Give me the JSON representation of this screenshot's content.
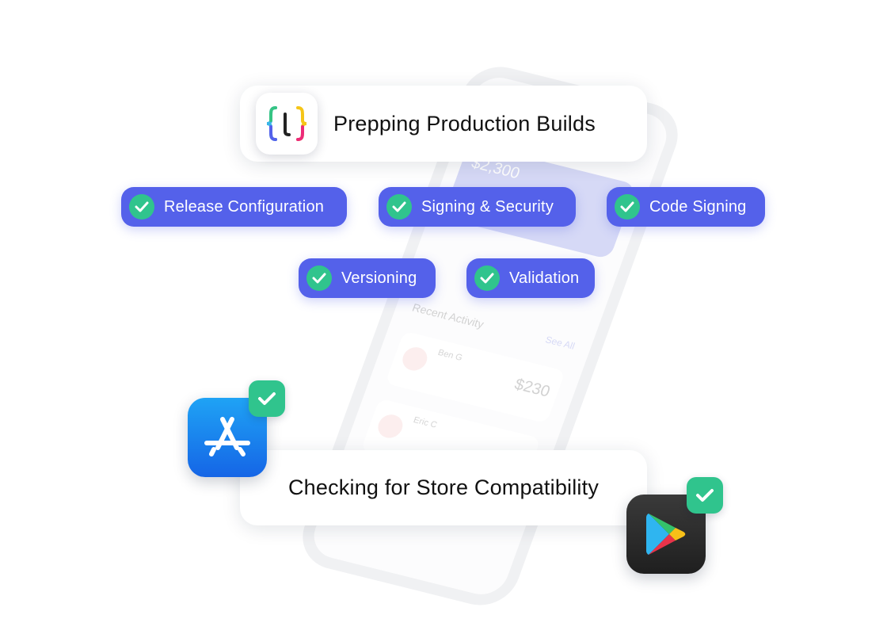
{
  "header_card": {
    "title": "Prepping Production Builds",
    "logo_icon": "curly-braces-logo-icon"
  },
  "checklist": [
    {
      "label": "Release Configuration",
      "icon": "check-icon"
    },
    {
      "label": "Signing & Security",
      "icon": "check-icon"
    },
    {
      "label": "Code Signing",
      "icon": "check-icon"
    },
    {
      "label": "Versioning",
      "icon": "check-icon"
    },
    {
      "label": "Validation",
      "icon": "check-icon"
    }
  ],
  "footer_card": {
    "title": "Checking for Store Compatibility"
  },
  "stores": [
    {
      "icon": "app-store-icon",
      "status_icon": "check-icon"
    },
    {
      "icon": "google-play-icon",
      "status_icon": "check-icon"
    }
  ],
  "background_phone": {
    "balance": "$2,300",
    "recent_heading": "Recent Activity",
    "see_all": "See All",
    "rows": [
      {
        "name": "Ben G",
        "amount": "$230"
      },
      {
        "name": "Eric C",
        "amount": ""
      }
    ]
  },
  "colors": {
    "pill_bg": "#5461ea",
    "check_green": "#30c48d",
    "app_store_blue": "#1b8cf0",
    "play_store_dark": "#2a2a2a"
  }
}
